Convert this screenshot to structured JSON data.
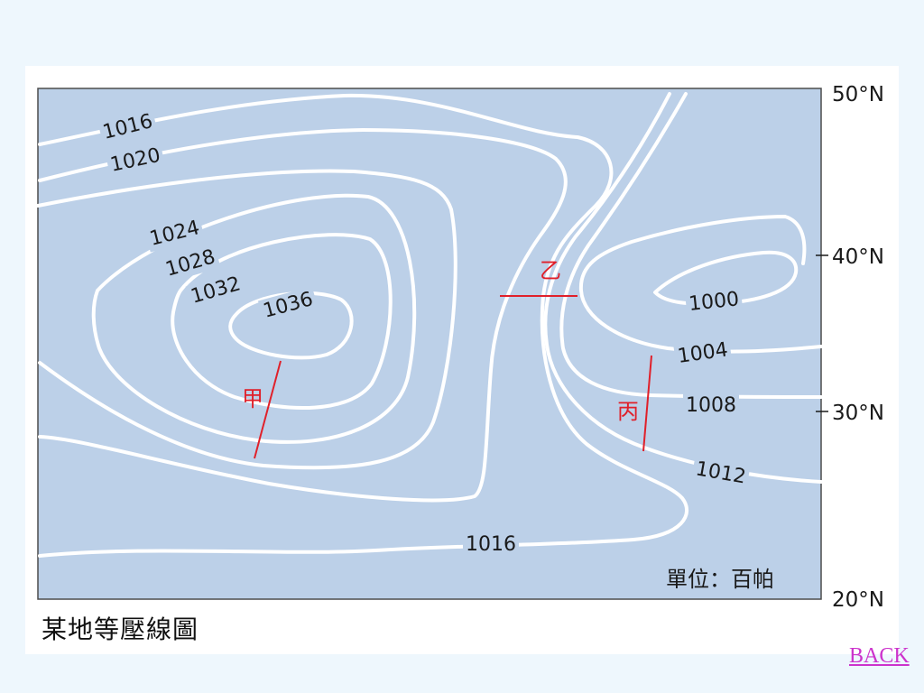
{
  "map": {
    "caption": "某地等壓線圖",
    "unit_label": "單位：百帕",
    "colors": {
      "sea": "#bcd0e8",
      "isobar": "#ffffff",
      "marker": "#e0202a",
      "frame": "#4d4d4d"
    },
    "latitudes": [
      "50°N",
      "40°N",
      "30°N",
      "20°N"
    ],
    "isobar_labels": {
      "p1016_top": "1016",
      "p1020": "1020",
      "p1024": "1024",
      "p1028": "1028",
      "p1032": "1032",
      "p1036": "1036",
      "p1000": "1000",
      "p1004": "1004",
      "p1008": "1008",
      "p1012": "1012",
      "p1016_bottom": "1016"
    },
    "markers": {
      "jia": "甲",
      "yi": "乙",
      "bing": "丙"
    }
  },
  "nav": {
    "back_label": "BACK"
  }
}
